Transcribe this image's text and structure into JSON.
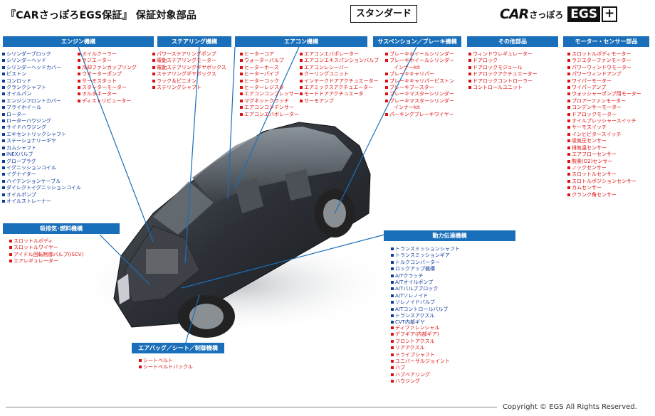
{
  "title": "『CARさっぽろEGS保証』 保証対象部品",
  "badge": "スタンダード",
  "logo": {
    "car": "CAR",
    "car_sub": "さっぽろ",
    "egs": "EGS",
    "plus": "+"
  },
  "sections": {
    "engine": {
      "header": "エンジン機構",
      "col1": [
        "シリンダーブロック",
        "シリンダーヘッド",
        "シリンダーヘッドカバー",
        "ピストン",
        "コンロッド",
        "クランクシャフト",
        "オイルパン",
        "エンジンフロントカバー",
        "フライホイール",
        "ローター",
        "ローターハウジング",
        "サイドハウジング",
        "エキセントリックシャフト",
        "ステーショナリーギヤ",
        "カムシャフト",
        "INEXバルブ",
        "グロープラグ",
        "イグニッションコイル",
        "イグナイター",
        "ハイテンションケーブル",
        "ダイレクトイグニッションコイル",
        "オイルポンプ",
        "オイルストレーナー"
      ],
      "col2": [
        "オイルクーラー",
        "ラジエーター",
        "冷却ファンカップリング",
        "ウオーターポンプ",
        "サーモスタット",
        "スターターモーター",
        "オルタネーター",
        "ディストリビューター"
      ]
    },
    "steering": {
      "header": "ステアリング機構",
      "items": [
        "パワーステアリングポンプ",
        "電動ステアリングモーター",
        "電動ステアリングギヤボックス",
        "ステアリングギヤボックス",
        "ラック＆ピニオン",
        "ステリングシャフト"
      ]
    },
    "aircon": {
      "header": "エアコン機構",
      "col1": [
        "ヒーターコア",
        "ウォーターバルブ",
        "ヒーターホース",
        "ヒーターパイプ",
        "ヒーターコック",
        "ヒーターレジスタ",
        "エアコンコンプレッサー",
        "マグネットクラッチ",
        "エアコンコンデンサー",
        "エアコンエバポレーター"
      ],
      "col2": [
        "エアコンエバポレーター",
        "エアコンエキスパンションバルブ",
        "エアコンレシーバー",
        "クーリングユニット",
        "インテークドアアクチュエーター",
        "エアミックスアクチュエーター",
        "モードドアアクチュエータ",
        "サーモアンプ"
      ]
    },
    "suspension": {
      "header": "サスペンション／ブレーキ機構",
      "items": [
        {
          "t": "ブレーキホイールシリンダー",
          "c": false
        },
        {
          "t": "ブレーキホイールシリンダー",
          "c": false
        },
        {
          "t": "インナーkit",
          "c": true
        },
        {
          "t": "ブレーキキャリパー",
          "c": false
        },
        {
          "t": "ブレーキキャリパーピストン",
          "c": false
        },
        {
          "t": "ブレーキブースター",
          "c": false
        },
        {
          "t": "ブレーキマスターシリンダー",
          "c": false
        },
        {
          "t": "ブレーキマスターシリンダー",
          "c": false
        },
        {
          "t": "インナーkit",
          "c": true
        },
        {
          "t": "パーキングブレーキワイヤー",
          "c": false
        }
      ]
    },
    "other": {
      "header": "その他部品",
      "items": [
        "ウィンドウレギュレーター",
        "ドアロック",
        "ドアロックモジュール",
        "ドアロックアクチュエーター",
        "ドアロックコントローラー",
        "コントロールユニット"
      ]
    },
    "motor": {
      "header": "モーター・センサー部品",
      "items": [
        "スロットルボディモーター",
        "ラジエターファンモーター",
        "パワーウィンドウモーター",
        "パワーウィンドアンプ",
        "ワイパーモーター",
        "ワイパーアンプ",
        "ウォッシャーポンプ用モーター",
        "ブロアーファンモーター",
        "コンデンサーモーター",
        "ドアロックモーター",
        "オイルプレッシャースイッチ",
        "サーモスイッチ",
        "インヒビタースイッチ",
        "吸気圧センサー",
        "排気温センサー",
        "エアフローセンサー",
        "酸素(O2)センサー",
        "ノックセンサー",
        "スロットルセンサー",
        "スロトルポジションセンサー",
        "カムセンサー",
        "クランク角センサー"
      ]
    },
    "intake": {
      "header": "吸排気･燃料機構",
      "items": [
        "スロットルボディ",
        "スロットルワイヤー",
        "アイドル回転制御バルブ(ISCV)",
        "エアレギュレーター"
      ]
    },
    "drivetrain": {
      "header": "動力伝達機構",
      "blue": [
        "トランスミッションシャフト",
        "トランスミッションギア",
        "トルクコンバーター",
        "ロックアップ機構",
        "A/Tクラッチ",
        "A/Tオイルポンプ",
        "A/Tバルブブロック",
        "A/Tソレノイド",
        "ソレノイドバルブ",
        "A/Tコントロールバルブ",
        "トランスアクスル",
        "CVT内部ギヤ"
      ],
      "red": [
        "ディファレンシャル",
        "デフギア(内部ギア)",
        "フロントアクスル",
        "リアアクスル",
        "ドライブシャフト",
        "ユニバーサルジョイント",
        "ハブ",
        "ハブベアリング",
        "ハウジング"
      ]
    },
    "airbag": {
      "header": "エアバッグ／シート／制御機構",
      "items": [
        "シートベルト",
        "シートベルトバックル"
      ]
    }
  },
  "footer": {
    "copyright": "Copyright  © EGS All Rights Reserved."
  },
  "colors": {
    "header_bg": "#1a6fba",
    "red_item": "#d11111",
    "blue_item": "#103c9a"
  },
  "icons": [
    "car-illustration",
    "bullet-square"
  ]
}
